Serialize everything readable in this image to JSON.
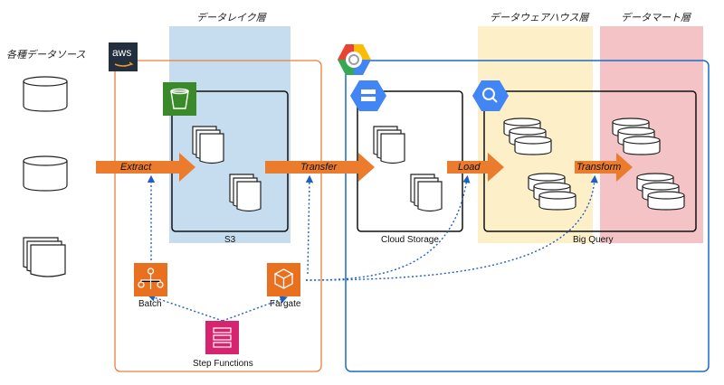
{
  "zones": {
    "sources": "各種データソース",
    "datalake": "データレイク層",
    "warehouse": "データウェアハウス層",
    "datamart": "データマート層"
  },
  "providers": {
    "aws": "aws"
  },
  "containers": {
    "s3": "S3",
    "cloud_storage": "Cloud Storage",
    "bigquery": "Big Query"
  },
  "arrows": {
    "extract": "Extract",
    "transfer": "Transfer",
    "load": "Load",
    "transform": "Transform"
  },
  "services": {
    "batch": "Batch",
    "fargate": "Fargate",
    "step_functions": "Step Functions"
  },
  "colors": {
    "datalake_bg": "#c6dcef",
    "warehouse_bg": "#fdf0c8",
    "datamart_bg": "#f4c3c6",
    "aws_border": "#e8803a",
    "gcp_border": "#1a6ac8",
    "arrow_orange": "#ec7c2d",
    "aws_orange": "#e8701e",
    "s3_green": "#3b8a2a",
    "step_pink": "#d6246f",
    "gcp_blue": "#4285f4",
    "dotted_blue": "#1f5fbf"
  }
}
